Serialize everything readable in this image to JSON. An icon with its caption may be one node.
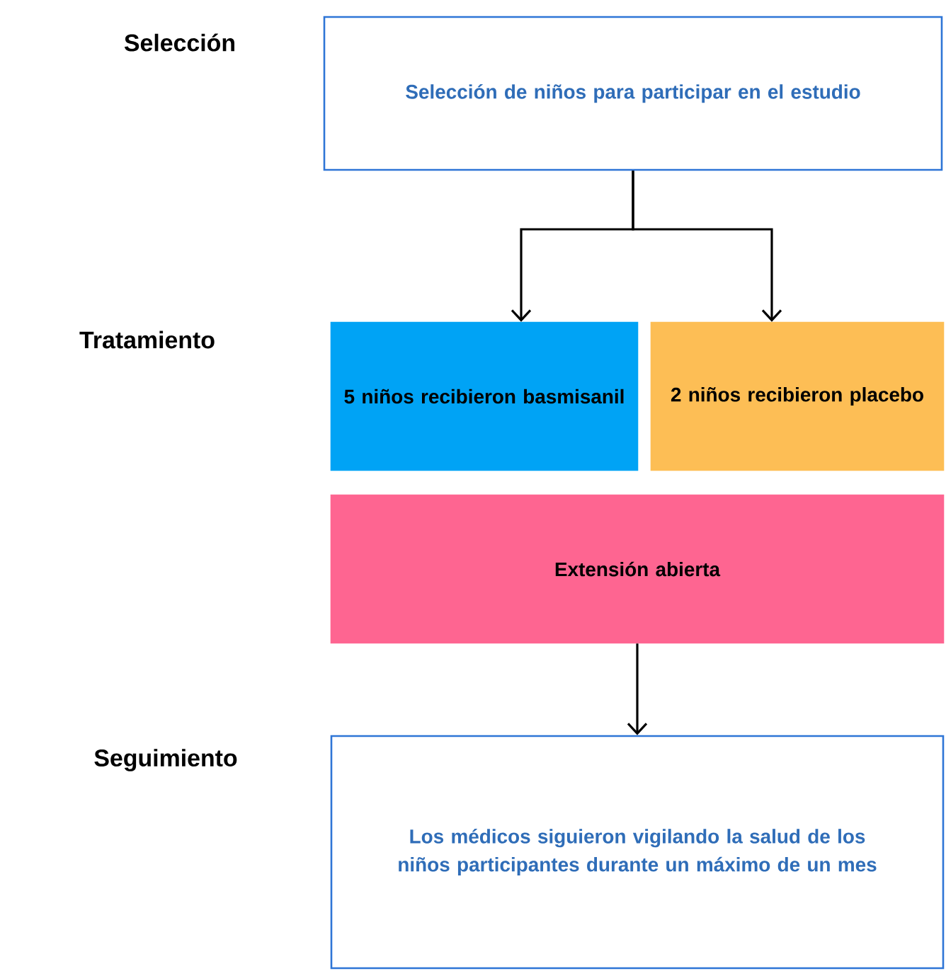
{
  "diagram": {
    "nodes": [
      {
        "text": [
          "Selección de niños para participar en el estudio"
        ]
      },
      {
        "text": [
          "5 niños recibieron basmisanil"
        ]
      },
      {
        "text": [
          "2 niños recibieron placebo"
        ]
      },
      {
        "text": [
          "Extensión abierta"
        ]
      },
      {
        "text": [
          "Los médicos siguieron vigilando la salud de los niños participantes durante un máximo de un mes"
        ]
      }
    ],
    "edges": [
      {
        "from": 0,
        "to": 1,
        "arrow": "to"
      },
      {
        "from": 0,
        "to": 2,
        "arrow": "to"
      },
      {
        "from": 3,
        "to": 4,
        "arrow": "to"
      }
    ],
    "labels": [
      "Selección",
      "Tratamiento",
      "Seguimiento"
    ]
  }
}
